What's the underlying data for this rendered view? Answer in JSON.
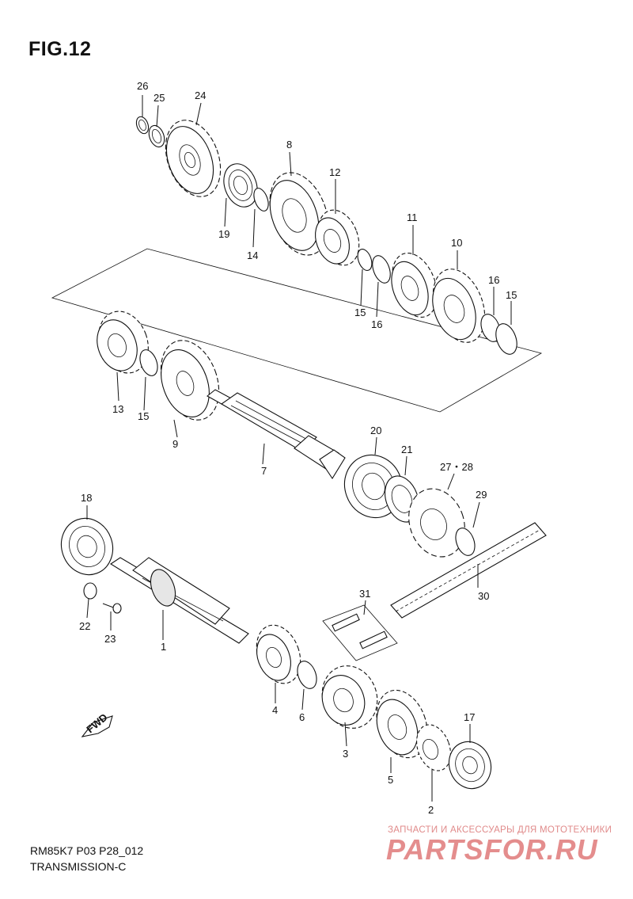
{
  "figure": {
    "title": "FIG.12",
    "code": "RM85K7 P03 P28_012",
    "name": "TRANSMISSION-C"
  },
  "watermark": {
    "tagline": "ЗАПЧАСТИ И АКСЕССУАРЫ ДЛЯ МОТОТЕХНИКИ",
    "logo": "PARTSFOR.RU"
  },
  "fwd_label": "FWD",
  "callouts": {
    "c1": "1",
    "c2": "2",
    "c3": "3",
    "c4": "4",
    "c5": "5",
    "c6": "6",
    "c7": "7",
    "c8": "8",
    "c9": "9",
    "c10": "10",
    "c11": "11",
    "c12": "12",
    "c13": "13",
    "c14": "14",
    "c15a": "15",
    "c15b": "15",
    "c15c": "15",
    "c16a": "16",
    "c16b": "16",
    "c17": "17",
    "c18": "18",
    "c19": "19",
    "c20": "20",
    "c21": "21",
    "c22": "22",
    "c23": "23",
    "c24": "24",
    "c25": "25",
    "c26": "26",
    "c2728": "27・28",
    "c29": "29",
    "c30": "30",
    "c31": "31"
  }
}
